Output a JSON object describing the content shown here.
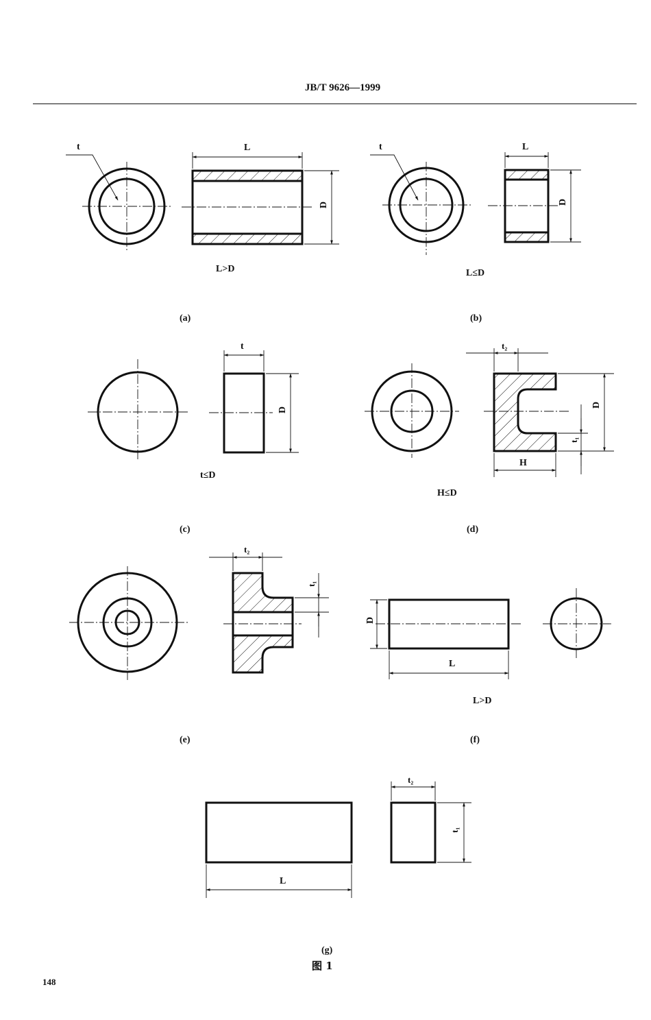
{
  "header": {
    "standard_number": "JB/T 9626—1999"
  },
  "figure": {
    "caption": "图 1",
    "panels": {
      "a": {
        "tag": "(a)",
        "condition": "L>D",
        "labels": {
          "t": "t",
          "L": "L",
          "D": "D"
        }
      },
      "b": {
        "tag": "(b)",
        "condition": "L≤D",
        "labels": {
          "t": "t",
          "L": "L",
          "D": "D"
        }
      },
      "c": {
        "tag": "(c)",
        "condition": "t≤D",
        "labels": {
          "t": "t",
          "D": "D"
        }
      },
      "d": {
        "tag": "(d)",
        "condition": "H≤D",
        "labels": {
          "t2": "t₂",
          "D": "D",
          "t1": "t₁",
          "H": "H"
        }
      },
      "e": {
        "tag": "(e)",
        "labels": {
          "t2": "t₂",
          "t1": "t₁"
        }
      },
      "f": {
        "tag": "(f)",
        "condition": "L>D",
        "labels": {
          "D": "D",
          "L": "L"
        }
      },
      "g": {
        "tag": "(g)",
        "labels": {
          "t2": "t₂",
          "t1": "t₁",
          "L": "L"
        }
      }
    }
  },
  "footer": {
    "page_number": "148"
  }
}
